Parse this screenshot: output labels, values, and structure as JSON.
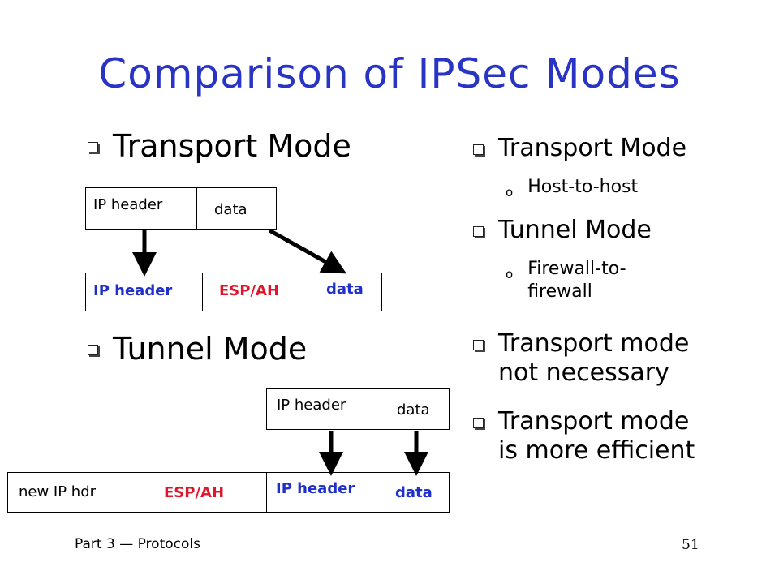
{
  "title": "Comparison of IPSec Modes",
  "left": {
    "transport_heading": "Transport Mode",
    "tunnel_heading": "Tunnel Mode",
    "transport_diagram": {
      "top_header": "IP header",
      "top_data": "data",
      "bottom_header": "IP header",
      "bottom_esp": "ESP/AH",
      "bottom_data": "data"
    },
    "tunnel_diagram": {
      "top_header": "IP header",
      "top_data": "data",
      "bottom_new_hdr": "new IP hdr",
      "bottom_esp": "ESP/AH",
      "bottom_header": "IP header",
      "bottom_data": "data"
    }
  },
  "right": {
    "items": [
      {
        "label": "Transport Mode",
        "sub": "Host-to-host"
      },
      {
        "label": "Tunnel Mode",
        "sub_line1": "Firewall-to-",
        "sub_line2": "firewall"
      },
      {
        "line1": "Transport mode",
        "line2": "not necessary"
      },
      {
        "line1": "Transport mode",
        "line2": "is more efficient"
      }
    ],
    "sub_bullet": "o"
  },
  "footer": {
    "part_label": "Part 3",
    "section": "Protocols",
    "page_number": "51"
  },
  "colors": {
    "title": "#2a34c4",
    "header_blue": "#1f2fc9",
    "esp_red": "#e0142b"
  }
}
